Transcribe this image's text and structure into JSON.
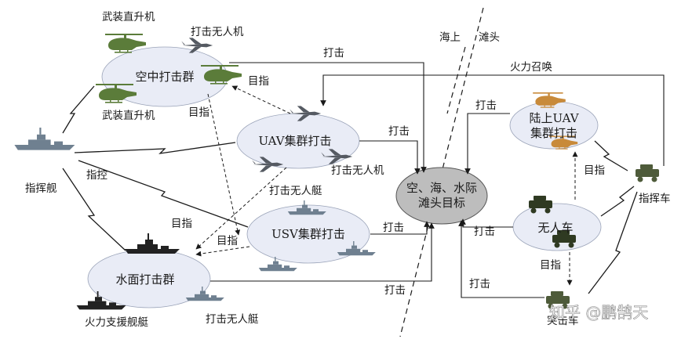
{
  "nodes": {
    "air_group": "空中打击群",
    "uav_group": "UAV集群打击",
    "usv_group": "USV集群打击",
    "surface_group": "水面打击群",
    "target_line1": "空、海、水际",
    "target_line2": "滩头目标",
    "land_uav_line1": "陆上UAV",
    "land_uav_line2": "集群打击",
    "unmanned_vehicle": "无人车"
  },
  "labels": {
    "armed_heli_top": "武装直升机",
    "armed_heli_bottom": "武装直升机",
    "strike_drone_top": "打击无人机",
    "strike_drone_mid": "打击无人机",
    "strike_usv_top": "打击无人艇",
    "strike_usv_bottom": "打击无人艇",
    "flagship": "指挥舰",
    "command_vehicle": "指挥车",
    "fire_support": "火力支援舰艇",
    "assault_vehicle": "突击车",
    "sea": "海上",
    "beach": "滩头",
    "fire_call": "火力召唤",
    "control": "指控",
    "strike_1": "打击",
    "strike_2": "打击",
    "strike_3": "打击",
    "strike_4": "打击",
    "strike_5": "打击",
    "strike_6": "打击",
    "strike_7": "打击",
    "target_designate_1": "目指",
    "target_designate_2": "目指",
    "target_designate_3": "目指",
    "target_designate_4": "目指",
    "target_designate_5": "目指",
    "target_designate_6": "目指"
  },
  "watermark": "知乎 @鹏鹄天",
  "colors": {
    "ellipse_fill": "#e9ecf6",
    "target_fill": "#bdbdbd",
    "line": "#1a1a1a",
    "heli": "#5b7c3a",
    "ship": "#6f8090",
    "vehicle": "#4e5b3a"
  }
}
